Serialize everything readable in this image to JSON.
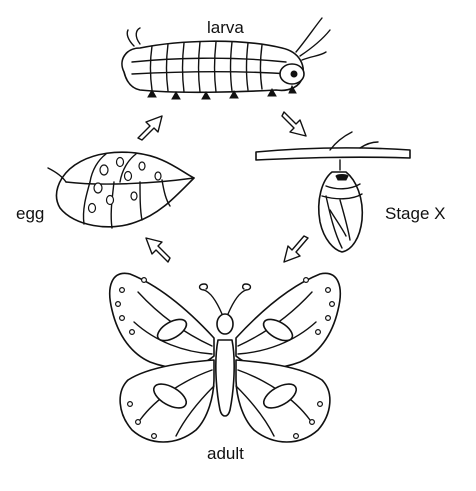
{
  "diagram": {
    "stages": [
      {
        "id": "larva",
        "label": "larva"
      },
      {
        "id": "egg",
        "label": "egg"
      },
      {
        "id": "stage-x",
        "label": "Stage X"
      },
      {
        "id": "adult",
        "label": "adult"
      }
    ],
    "cycle_order": [
      "egg",
      "larva",
      "stage-x",
      "adult"
    ]
  }
}
